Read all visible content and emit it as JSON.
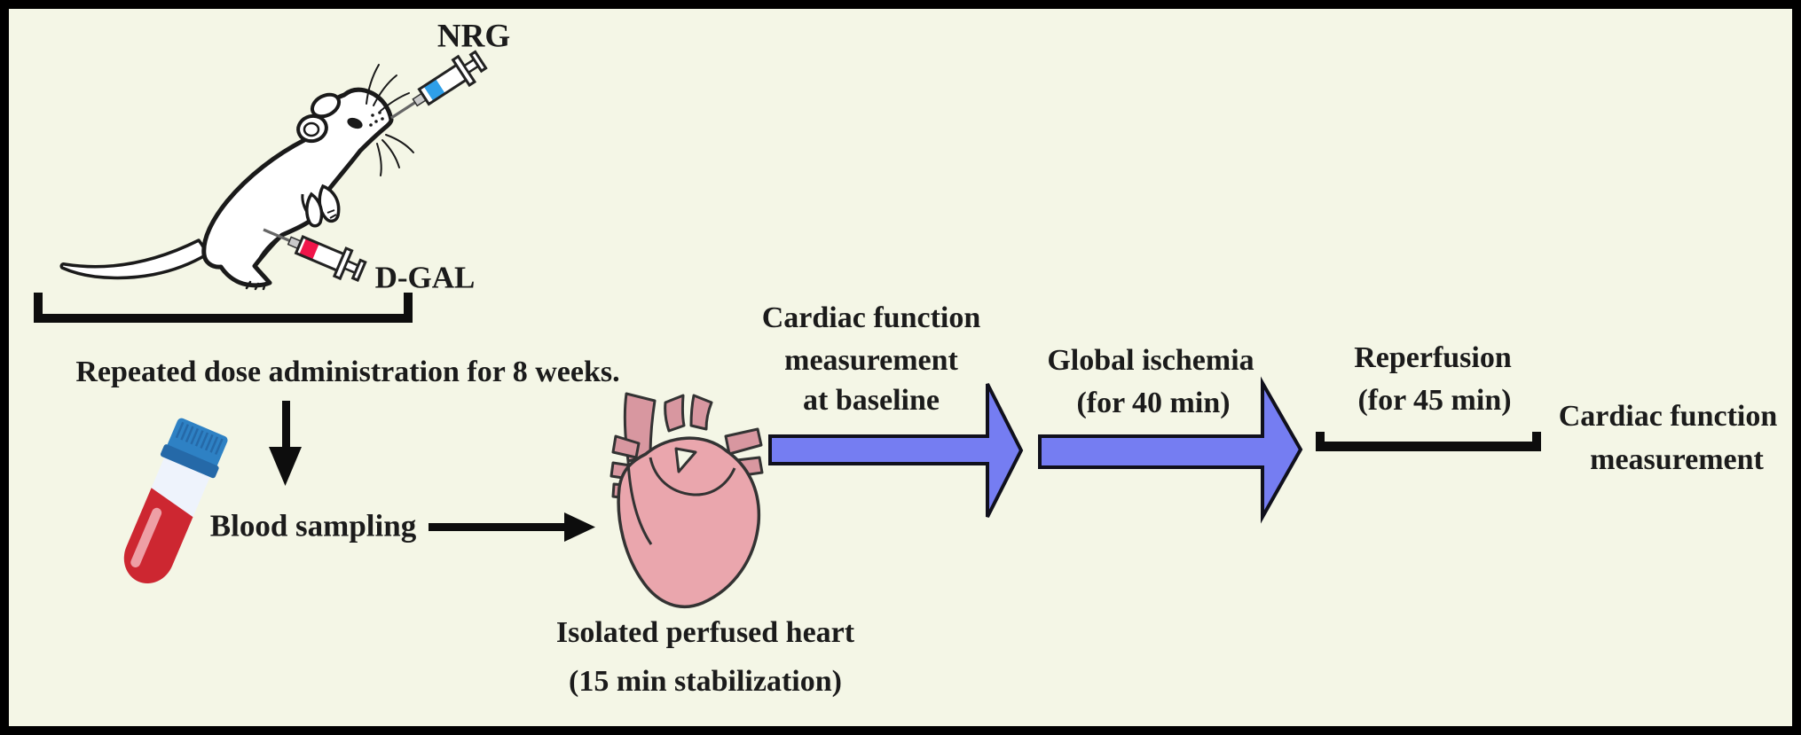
{
  "figure": {
    "type": "experimental-protocol-diagram",
    "labels": {
      "nrg": "NRG",
      "d_gal": "D-GAL",
      "repeated_dose": "Repeated dose administration for 8 weeks.",
      "blood_sampling": "Blood sampling",
      "isolated_heart": {
        "line1": "Isolated perfused heart",
        "line2": "(15 min stabilization)"
      },
      "baseline_measurement": {
        "line1": "Cardiac function",
        "line2": "measurement",
        "line3": "at baseline"
      },
      "global_ischemia": {
        "line1": "Global ischemia",
        "line2": "(for 40 min)"
      },
      "reperfusion": {
        "line1": "Reperfusion",
        "line2": "(for 45 min)"
      },
      "final_measurement": {
        "line1": "Cardiac function",
        "line2": "measurement"
      }
    },
    "icons": [
      "mouse-icon",
      "nrg-syringe-icon",
      "dgal-syringe-icon",
      "duration-bracket-dosing-icon",
      "down-arrow-icon",
      "blood-tube-icon",
      "right-arrow-icon",
      "heart-icon",
      "flow-arrow-baseline-icon",
      "flow-arrow-ischemia-icon",
      "duration-bracket-reperfusion-icon"
    ],
    "colors": {
      "background": "#f4f6e6",
      "border": "#000000",
      "text": "#1b1b1b",
      "flow_arrow_fill": "#757df2",
      "flow_arrow_outline": "#10101c",
      "black_arrow": "#0d0d0d",
      "heart_body": "#eaa6ad",
      "heart_vessel": "#d897a0",
      "heart_outline": "#333333",
      "blood_red": "#cd2731",
      "blood_highlight": "#ee9fa5",
      "tube_cap_blue": "#2e81c4",
      "tube_cap_shade": "#2569a8",
      "tube_glass": "#eef3fc",
      "nrg_band_blue": "#2f9fe8",
      "dgal_band_red": "#f0154a",
      "mouse_fill": "#ffffff",
      "mouse_outline": "#1a1a1a"
    }
  }
}
